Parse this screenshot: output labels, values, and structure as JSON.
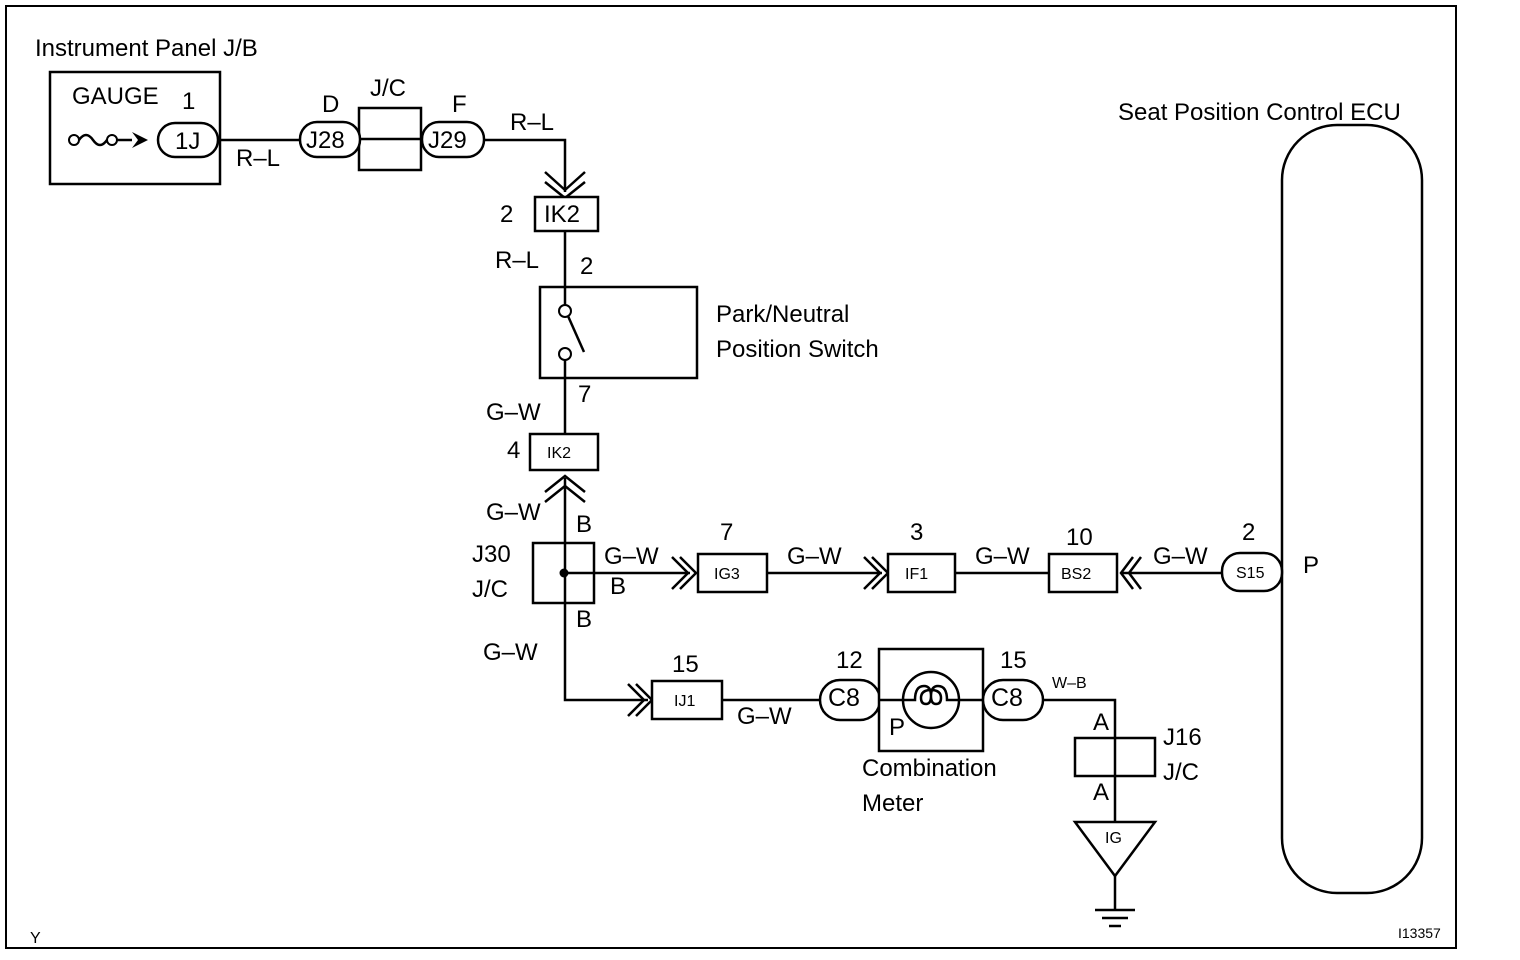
{
  "jb": {
    "title": "Instrument Panel J/B",
    "gauge": "GAUGE",
    "pin": "1",
    "connector": "1J"
  },
  "jc_top": {
    "label": "J/C",
    "pin_left": "D",
    "pin_right": "F",
    "conn_left": "J28",
    "conn_right": "J29"
  },
  "wires": {
    "w1": "R–L",
    "w2": "R–L",
    "w3": "R–L",
    "w4": "G–W",
    "w5": "G–W",
    "w6": "G–W",
    "w7": "G–W",
    "w8": "G–W",
    "w9": "G–W",
    "w10": "G–W",
    "w11": "G–W",
    "w12": "W–B"
  },
  "ik2_top": {
    "pin": "2",
    "label": "IK2"
  },
  "pns": {
    "title_line1": "Park/Neutral",
    "title_line2": "Position Switch",
    "pin_top": "2",
    "pin_bottom": "7"
  },
  "ik2_bottom": {
    "pin": "4",
    "label": "IK2"
  },
  "j30": {
    "id": "J30",
    "label": "J/C",
    "pin_top": "B",
    "pin_right": "B",
    "pin_bottom": "B"
  },
  "ig3": {
    "pin": "7",
    "label": "IG3"
  },
  "if1": {
    "pin": "3",
    "label": "IF1"
  },
  "bs2": {
    "pin": "10",
    "label": "BS2"
  },
  "ecu": {
    "title": "Seat Position Control ECU",
    "pin": "2",
    "connector": "S15",
    "terminal": "P"
  },
  "ij1": {
    "pin": "15",
    "label": "IJ1"
  },
  "meter": {
    "title_line1": "Combination",
    "title_line2": "Meter",
    "pin_left": "12",
    "pin_right": "15",
    "conn_left": "C8",
    "conn_right": "C8",
    "terminal": "P"
  },
  "j16": {
    "id": "J16",
    "label": "J/C",
    "pin_top": "A",
    "pin_bottom": "A"
  },
  "ground": {
    "label": "IG"
  },
  "footer": {
    "corner": "Y",
    "code": "I13357"
  }
}
